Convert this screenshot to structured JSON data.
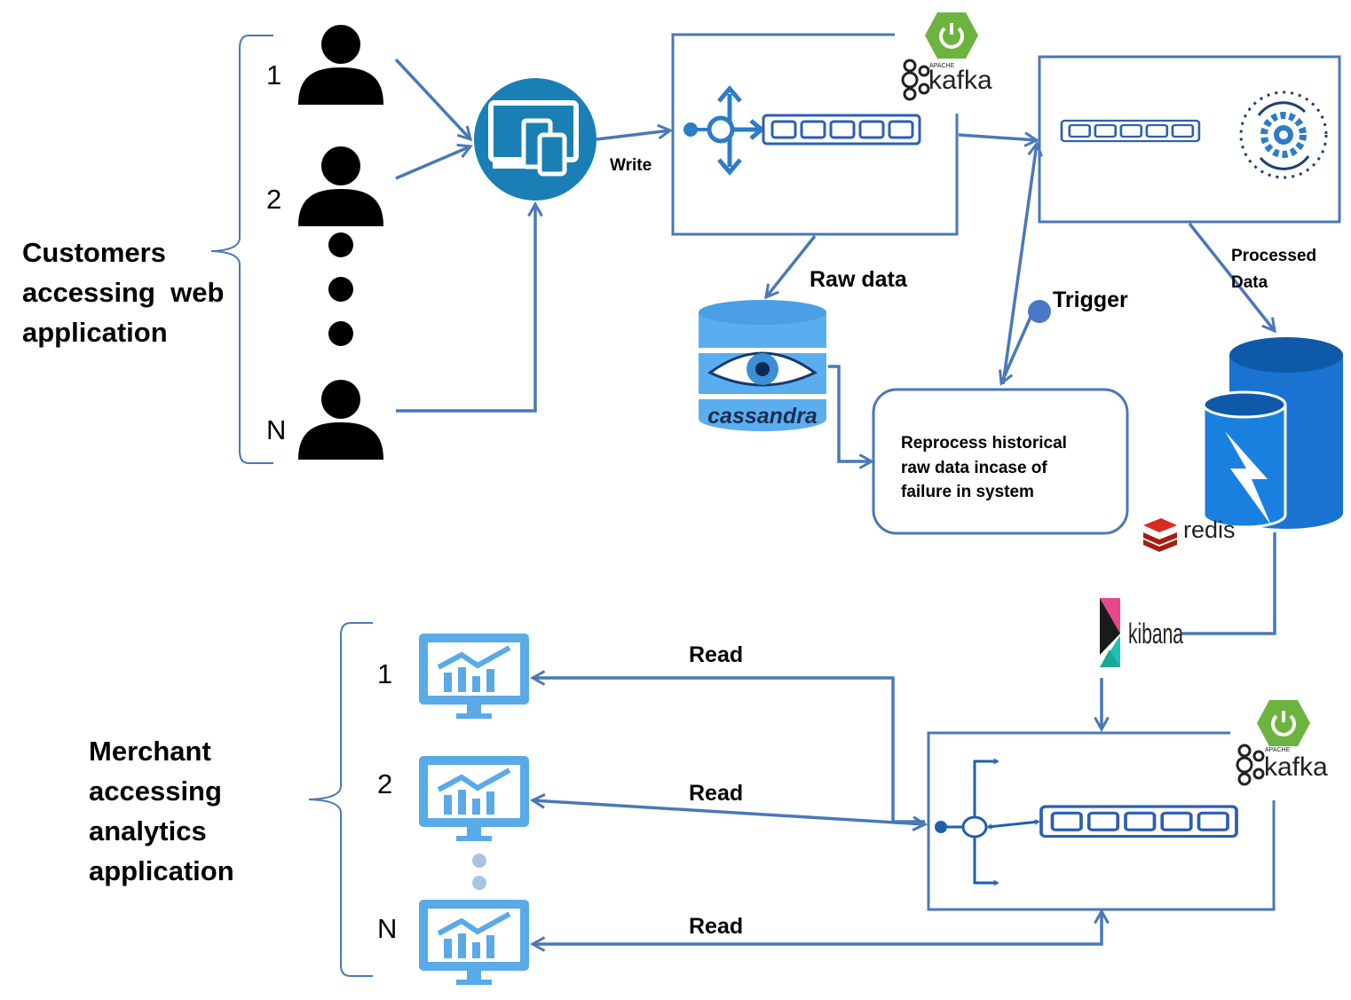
{
  "customers": {
    "label_lines": [
      "Customers",
      "accessing  web",
      "application"
    ],
    "numbers": [
      "1",
      "2",
      "N"
    ]
  },
  "merchants": {
    "label_lines": [
      "Merchant",
      "accessing",
      "analytics",
      "application"
    ],
    "numbers": [
      "1",
      "2",
      "N"
    ]
  },
  "edges": {
    "write": "Write",
    "raw_data": "Raw data",
    "processed_data_lines": [
      "Processed",
      "Data"
    ],
    "trigger": "Trigger",
    "read": [
      "Read",
      "Read",
      "Read"
    ]
  },
  "reprocess": {
    "lines": [
      "Reprocess historical",
      "raw data incase of",
      "failure in system"
    ]
  },
  "logos": {
    "kafka_top": "kafka",
    "kafka_top_sup": "APACHE",
    "kafka_bottom": "kafka",
    "kafka_bottom_sup": "APACHE",
    "cassandra": "cassandra",
    "redis": "redis",
    "kibana": "kibana"
  },
  "colors": {
    "flow": "#4a78b8",
    "device_circle": "#1a7fb4",
    "db_blue": "#5aaef0",
    "redis_blue": "#1a73d0",
    "spring_green": "#6db33f",
    "monitor_blue": "#5aaae8"
  }
}
